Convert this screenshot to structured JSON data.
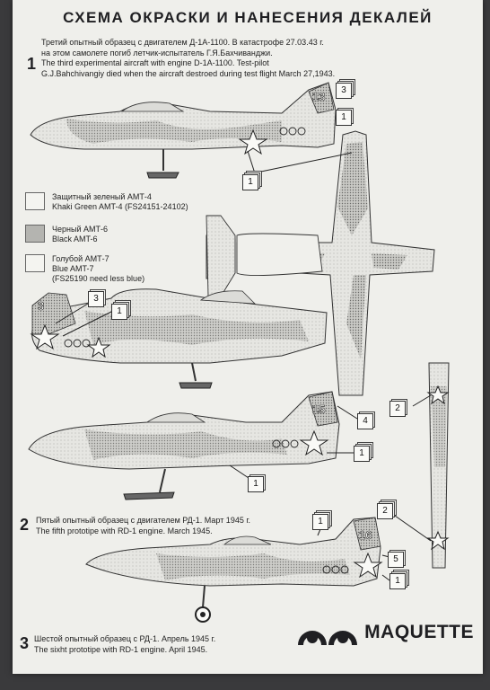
{
  "title": "СХЕМА ОКРАСКИ И НАНЕСЕНИЯ ДЕКАЛЕЙ",
  "sections": [
    {
      "number": "1",
      "lines": [
        "Третий опытный образец с двигателем Д-1А-1100. В катастрофе 27.03.43 г.",
        "на этом самолете погиб летчик-испытатель Г.Я.Бахчиванджи.",
        "The third experimental aircraft with engine D-1A-1100. Test-pilot",
        "G.J.Bahchivangiy died when the aircraft destroed during test flight March 27,1943."
      ]
    },
    {
      "number": "2",
      "lines": [
        "Пятый опытный образец с двигателем РД-1. Март 1945 г.",
        "The fifth prototipe with RD-1 engine. March 1945."
      ]
    },
    {
      "number": "3",
      "lines": [
        "Шестой опытный образец с РД-1. Апрель 1945 г.",
        "The sixht prototipe with RD-1 engine. April 1945."
      ]
    }
  ],
  "legend": [
    {
      "lines": [
        "Защитный зеленый АМТ-4",
        "Khaki Green AMT-4 (FS24151-24102)"
      ],
      "color": "#f4f4f0"
    },
    {
      "lines": [
        "Черный АМТ-6",
        "Black AMT-6"
      ],
      "color": "#b4b4b0"
    },
    {
      "lines": [
        "Голубой АМТ-7",
        "Blue AMT-7",
        "(FS25190 need less blue)"
      ],
      "color": "#f4f4f0"
    }
  ],
  "callouts": [
    "3",
    "1",
    "1",
    "3",
    "1",
    "4",
    "1",
    "1",
    "2",
    "1",
    "2",
    "5",
    "1"
  ],
  "aircraft_markings": {
    "tail_number_1": "13",
    "tail_number_2": "3",
    "tail_number_3": "15",
    "tail_number_4": "16"
  },
  "brand": {
    "name": "MAQUETTE"
  }
}
